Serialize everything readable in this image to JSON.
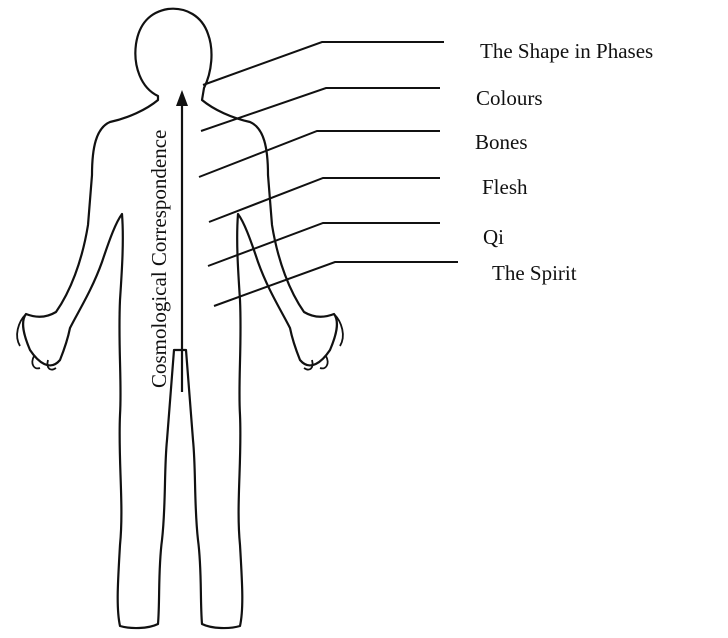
{
  "diagram": {
    "axis_label": "Cosmological Correspondence",
    "labels": [
      "The Shape in Phases",
      "Colours",
      "Bones",
      "Flesh",
      "Qi",
      "The Spirit"
    ],
    "colors": {
      "ink": "#111111",
      "background": "#ffffff"
    }
  }
}
